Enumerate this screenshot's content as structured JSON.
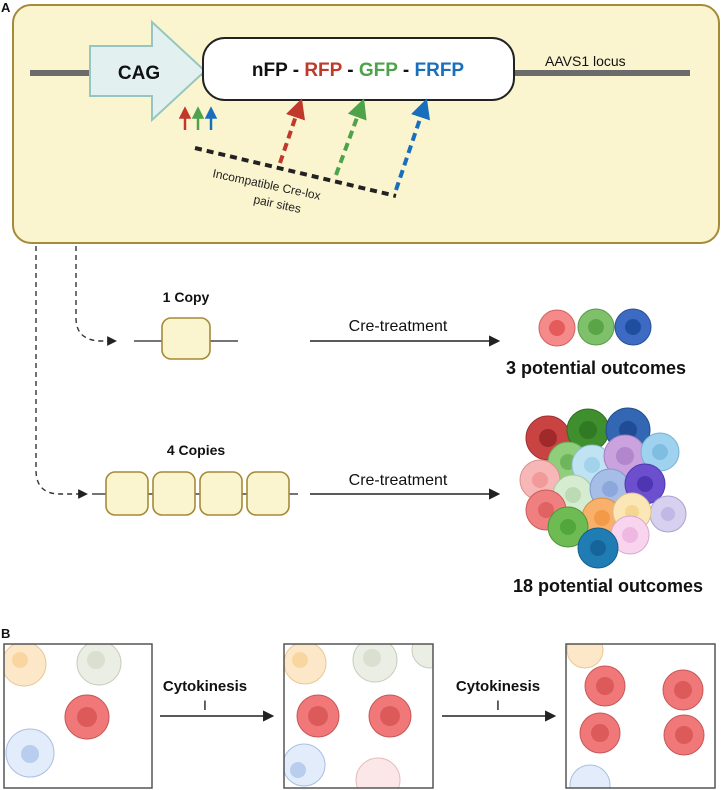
{
  "panel_a": {
    "label": "A",
    "promoter": "CAG",
    "locus": "AAVS1  locus",
    "construct": {
      "nfp": "nFP",
      "sep": " - ",
      "rfp": "RFP",
      "gfp": "GFP",
      "frfp": "FRFP"
    },
    "lox_label_line1": "Incompatible Cre-lox",
    "lox_label_line2": "pair sites",
    "copy1_label": "1 Copy",
    "copy4_label": "4 Copies",
    "cre_label_1": "Cre-treatment",
    "cre_label_2": "Cre-treatment",
    "outcomes_1": "3 potential outcomes",
    "outcomes_2": "18 potential outcomes"
  },
  "panel_b": {
    "label": "B",
    "step1_label": "Cytokinesis",
    "step1_sub": "I",
    "step2_label": "Cytokinesis",
    "step2_sub": "I"
  },
  "colors": {
    "box_fill": "#fbf5cf",
    "box_stroke": "#a58a38",
    "red": "#c0392b",
    "green": "#4ea24a",
    "blue": "#1a6fbd",
    "cell_red": "#f07a7a",
    "cell_green": "#7fc16a",
    "cell_blue": "#3d6bc3"
  }
}
